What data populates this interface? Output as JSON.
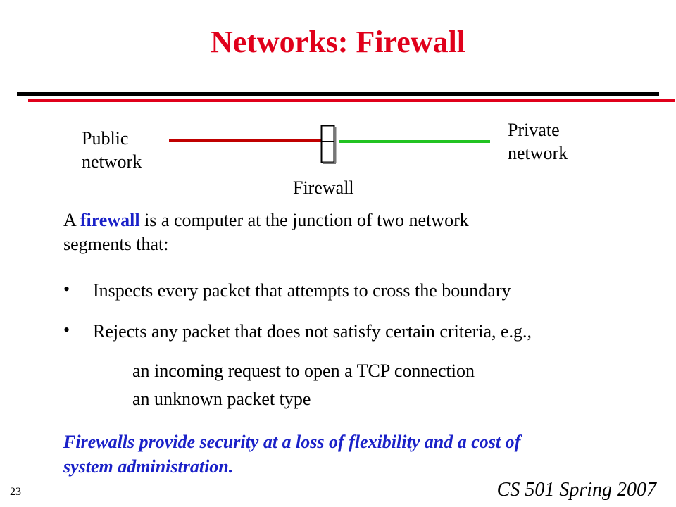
{
  "slide": {
    "title": "Networks: Firewall",
    "page_number": "23",
    "footer": "CS 501 Spring 2007"
  },
  "diagram": {
    "public_label_line1": "Public",
    "public_label_line2": "network",
    "private_label_line1": "Private",
    "private_label_line2": "network",
    "firewall_label": "Firewall",
    "colors": {
      "public_link": "#c00000",
      "private_link": "#22c322"
    }
  },
  "content": {
    "intro_prefix": "A ",
    "intro_term": "firewall",
    "intro_suffix_line1": " is a computer at the junction of two network",
    "intro_line2": "segments that:",
    "bullet_symbol": "•",
    "bullets": [
      "Inspects every packet that attempts to cross the boundary",
      "Rejects any packet that does not satisfy certain criteria, e.g.,"
    ],
    "examples": [
      "an incoming request to open a TCP connection",
      "an unknown packet type"
    ],
    "note_line1": "Firewalls provide security at a loss of flexibility and a cost of",
    "note_line2": "system administration."
  },
  "colors": {
    "title": "#e0001b",
    "emphasis": "#1a21c8"
  }
}
